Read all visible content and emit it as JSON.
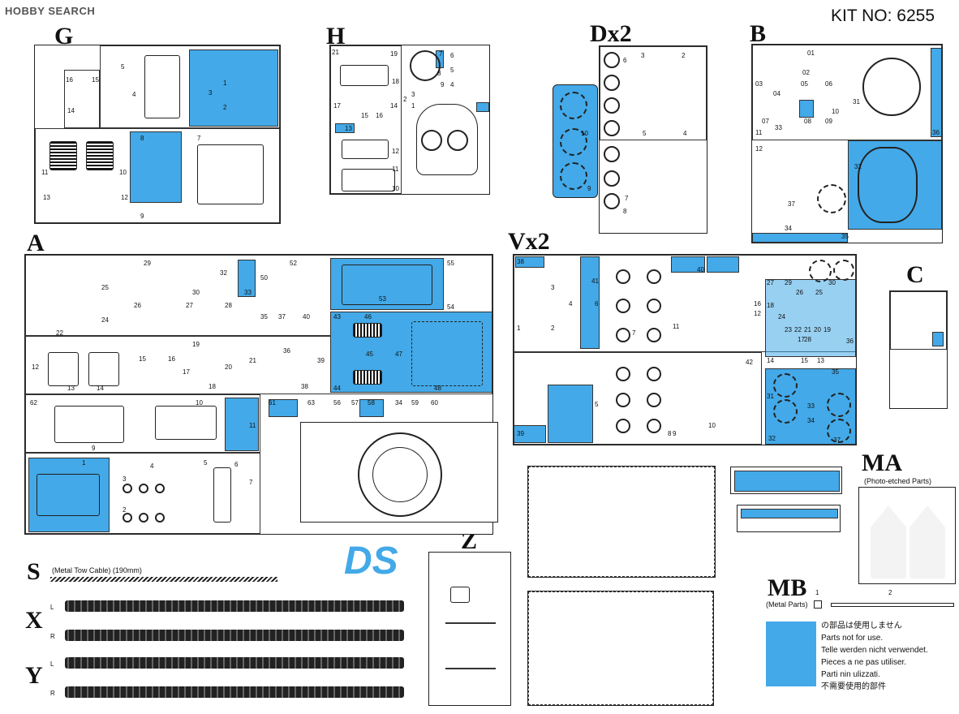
{
  "source": "HOBBY SEARCH",
  "kit_no": "KIT NO: 6255",
  "letters": {
    "G": "G",
    "H": "H",
    "Dx2": "Dx2",
    "B": "B",
    "A": "A",
    "Vx2": "Vx2",
    "C": "C",
    "MA": "MA",
    "S": "S",
    "X": "X",
    "Y": "Y",
    "Z": "Z",
    "MB": "MB"
  },
  "ma_sub": "(Photo-etched Parts)",
  "mb_sub": "(Metal Parts)",
  "s_label": "(Metal Tow Cable) (190mm)",
  "track_lr": [
    "L",
    "R",
    "L",
    "R"
  ],
  "ds_logo": "DS",
  "legend": {
    "lines": [
      "の部品は使用しません",
      "Parts not for use.",
      "Telle werden nicht verwendet.",
      "Pieces a ne pas utiliser.",
      "Parti nin ulizzati.",
      "不需要使用的部件"
    ],
    "swatch_color": "#43a9e8"
  },
  "colors": {
    "blue": "#43a9e8"
  },
  "mb_parts": [
    "1",
    "2"
  ],
  "nums": {
    "g": [
      "16",
      "15",
      "14",
      "13",
      "5",
      "4",
      "3",
      "2",
      "1",
      "11",
      "10",
      "12",
      "8",
      "9",
      "7"
    ],
    "h": [
      "21",
      "19",
      "18",
      "17",
      "15",
      "16",
      "14",
      "13",
      "12",
      "11",
      "10",
      "9",
      "8",
      "7",
      "6",
      "5",
      "4",
      "3",
      "2",
      "1"
    ],
    "d": [
      "6",
      "3",
      "2",
      "7",
      "5",
      "4",
      "9",
      "10",
      "8"
    ],
    "b": [
      "01",
      "02",
      "03",
      "04",
      "05",
      "06",
      "07",
      "08",
      "09",
      "10",
      "11",
      "12",
      "31",
      "32",
      "33",
      "34",
      "35",
      "36",
      "37"
    ],
    "a": [
      "29",
      "32",
      "52",
      "55",
      "25",
      "30",
      "26",
      "27",
      "28",
      "33",
      "50",
      "53",
      "24",
      "54",
      "22",
      "35",
      "37",
      "40",
      "43",
      "46",
      "47",
      "12",
      "13",
      "14",
      "15",
      "16",
      "17",
      "18",
      "19",
      "20",
      "21",
      "36",
      "38",
      "39",
      "44",
      "45",
      "48",
      "62",
      "61",
      "63",
      "56",
      "57",
      "58",
      "34",
      "59",
      "60",
      "10",
      "11",
      "9",
      "1",
      "4",
      "5",
      "3",
      "6",
      "7",
      "2"
    ],
    "v": [
      "38",
      "40",
      "41",
      "27",
      "29",
      "26",
      "25",
      "24",
      "23",
      "22",
      "21",
      "20",
      "19",
      "18",
      "17",
      "16",
      "15",
      "14",
      "13",
      "12",
      "11",
      "10",
      "9",
      "8",
      "7",
      "6",
      "5",
      "4",
      "3",
      "2",
      "1",
      "36",
      "35",
      "34",
      "33",
      "32",
      "31",
      "37",
      "39",
      "42",
      "30",
      "28"
    ]
  }
}
